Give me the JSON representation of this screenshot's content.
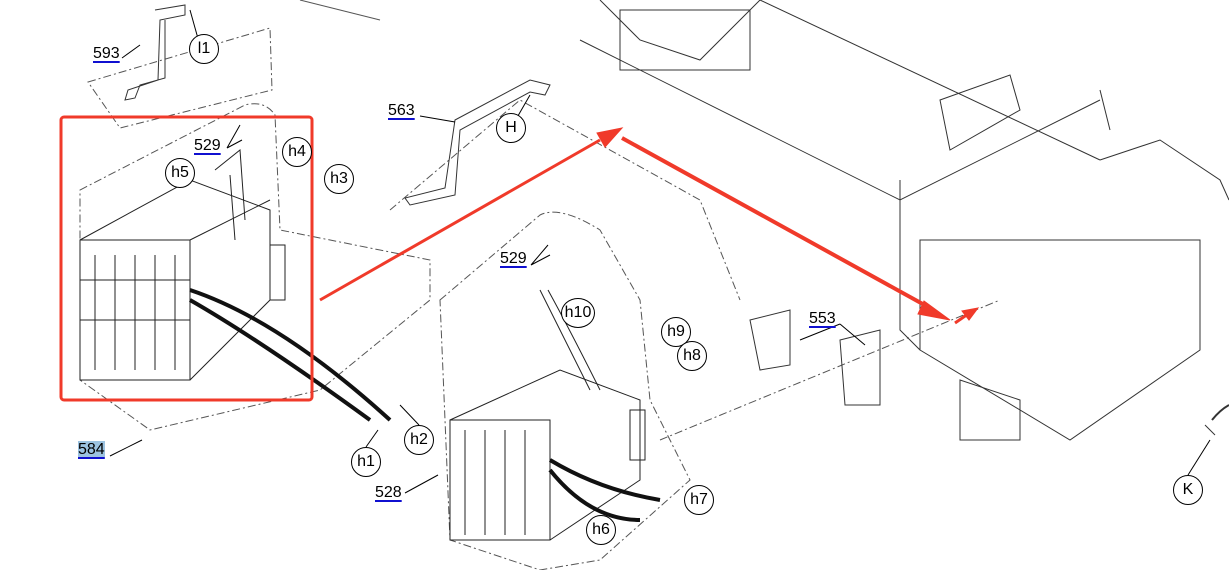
{
  "part_numbers": {
    "p593": "593",
    "p563": "563",
    "p529a": "529",
    "p584": "584",
    "p529b": "529",
    "p528": "528",
    "p553": "553"
  },
  "callouts": {
    "l1": "l1",
    "H": "H",
    "h1": "h1",
    "h2": "h2",
    "h3": "h3",
    "h4": "h4",
    "h5": "h5",
    "h6": "h6",
    "h7": "h7",
    "h8": "h8",
    "h9": "h9",
    "h10": "h10",
    "K": "K"
  },
  "colors": {
    "highlight_box": "#f03a2a",
    "arrow": "#f03a2a",
    "link_underline": "#1010d0",
    "selection": "#9cc3e0"
  }
}
